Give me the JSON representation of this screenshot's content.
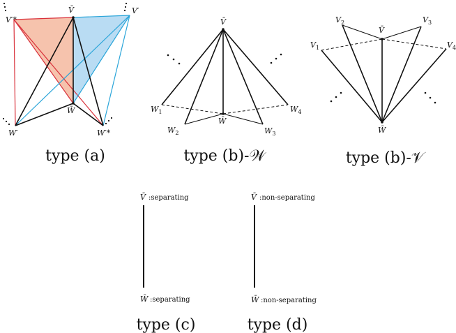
{
  "captions": {
    "a": "type (a)",
    "bW": "type (b)-𝒲",
    "bV": "type (b)-𝒱",
    "c": "type (c)",
    "d": "type (d)"
  },
  "labels": {
    "Vbar": "V̄",
    "Wbar": "W̄",
    "Vprime": "V′",
    "Vprimestar": "V′*",
    "Wprime": "W′",
    "Wprimestar": "W′*",
    "W1": "W",
    "W2": "W",
    "W3": "W",
    "W4": "W",
    "V1": "V",
    "V2": "V",
    "V3": "V",
    "V4": "V",
    "sub1": "1",
    "sub2": "2",
    "sub3": "3",
    "sub4": "4"
  },
  "tags": {
    "separating": ":separating",
    "non_separating": ":non-separating"
  },
  "colors": {
    "red_fill": "#f6c3ad",
    "red_line": "#d9303a",
    "blue_fill": "#b9dcf3",
    "blue_line": "#2aa5d9"
  }
}
